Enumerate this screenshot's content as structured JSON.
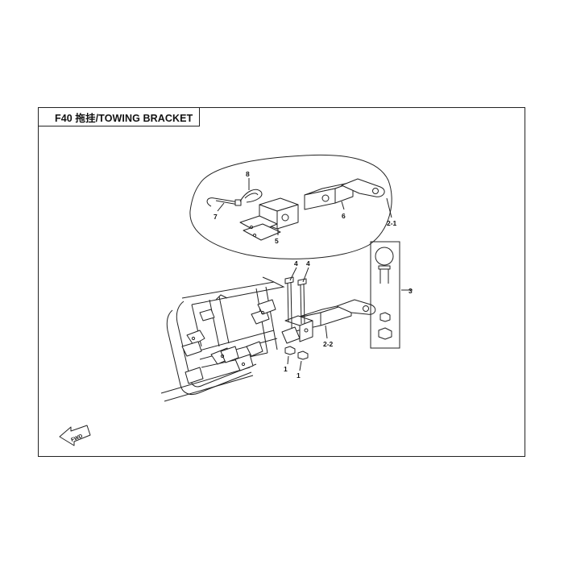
{
  "title": "F40 拖挂/TOWING BRACKET",
  "callouts": {
    "c1a": "1",
    "c1b": "1",
    "c2_1": "2-1",
    "c2_2": "2-2",
    "c3": "3",
    "c4a": "4",
    "c4b": "4",
    "c5": "5",
    "c6": "6",
    "c7": "7",
    "c8": "8"
  },
  "fwd_label": "FWD"
}
